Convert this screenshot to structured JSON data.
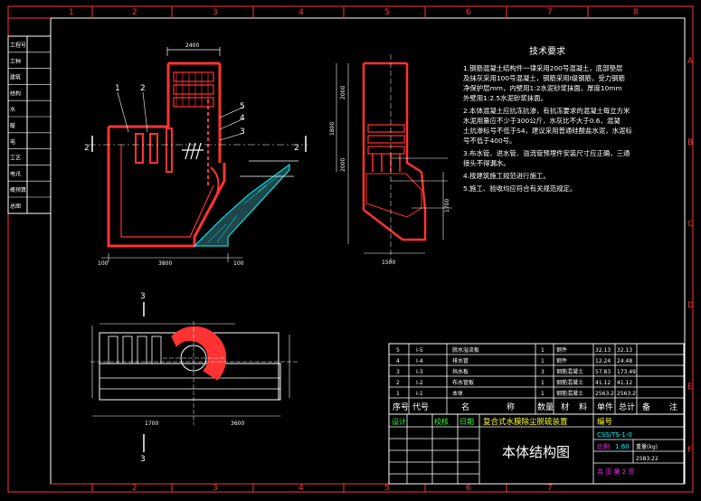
{
  "frame": {
    "ruler_top": [
      "1",
      "2",
      "3",
      "4",
      "5",
      "6",
      "7",
      "8"
    ],
    "ruler_right": [
      "A",
      "B",
      "C",
      "D",
      "E",
      "F"
    ],
    "ruler_bottom": [
      "2",
      "3",
      "4",
      "5",
      "6",
      "7"
    ]
  },
  "sign_panel": {
    "rows": [
      "工程号",
      "工种",
      "建筑",
      "结构",
      "水",
      "暖",
      "电",
      "工艺",
      "电讯",
      "概预算",
      "总图"
    ]
  },
  "section_view": {
    "labels": [
      "1",
      "2",
      "5",
      "4",
      "3"
    ],
    "cut_marks": [
      "2",
      "2"
    ],
    "dims": {
      "top_width": "2400",
      "bottom_left": "100",
      "bottom_main": "3800",
      "bottom_right": "100"
    }
  },
  "side_view": {
    "dims": {
      "h1": "2000",
      "h2": "1800",
      "h3": "2000",
      "h4": "1700",
      "bottom": "1500"
    }
  },
  "plan_view": {
    "cut_marks": [
      "3",
      "3"
    ],
    "dims": {
      "left": "1700",
      "right": "3600"
    }
  },
  "tech": {
    "title": "技术要求",
    "items": [
      "1.钢筋混凝土结构件一律采用200号混凝土，底部垫层及抹灰采用100号混凝土，钢筋采用I级钢筋，受力钢筋净保护层mm，内壁用1:2水泥砂浆抹面，厚度10mm外壁用1:2.5水泥砂浆抹面。",
      "2.本体混凝土应抗冻抗渗，有抗冻要求的混凝土每立方米水泥用量应不少于300公斤，水灰比不大于0.6，混凝土抗渗标号不低于S4，建议采用普通硅酸盐水泥，水泥标号不低于400号。",
      "3.布水管、进水管、溢流管预埋件安装尺寸应正确，三通接头不得漏水。",
      "4.按建筑施工规范进行施工。",
      "5.施工、验收均应符合有关规范规定。"
    ]
  },
  "bom": {
    "rows": [
      {
        "no": "5",
        "code": "I-5",
        "name": "脱水溢流板",
        "qty": "1",
        "m1": "钢件",
        "w1": "32.13",
        "w2": "32.13"
      },
      {
        "no": "4",
        "code": "I-4",
        "name": "排水管",
        "qty": "1",
        "m1": "钢件",
        "w1": "12.24",
        "w2": "24.48"
      },
      {
        "no": "3",
        "code": "I-3",
        "name": "挡水板",
        "qty": "3",
        "m1": "钢筋混凝土",
        "w1": "57.83",
        "w2": "173.49"
      },
      {
        "no": "2",
        "code": "I-2",
        "name": "布水管板",
        "qty": "1",
        "m1": "钢筋混凝土",
        "w1": "41.12",
        "w2": "41.12"
      },
      {
        "no": "1",
        "code": "I-1",
        "name": "本体",
        "qty": "1",
        "m1": "钢筋混凝土",
        "w1": "2563.2",
        "w2": "2563.2"
      }
    ],
    "header": [
      "序号",
      "代号",
      "名",
      "称",
      "数量",
      "材",
      "料",
      "单件",
      "总计",
      "备",
      "注"
    ]
  },
  "title_block": {
    "row1": [
      "设计",
      "校核",
      "日期"
    ],
    "project": "复合式水膜除尘脱硫装置",
    "drawing_no_label": "编号",
    "drawing_no": "CSS/TS-1-0",
    "scale_label": "比例",
    "scale": "1:60",
    "weight_label": "重量(kg)",
    "weight": "2583.22",
    "title": "本体结构图",
    "sheet": "共  页  第 2 页"
  }
}
